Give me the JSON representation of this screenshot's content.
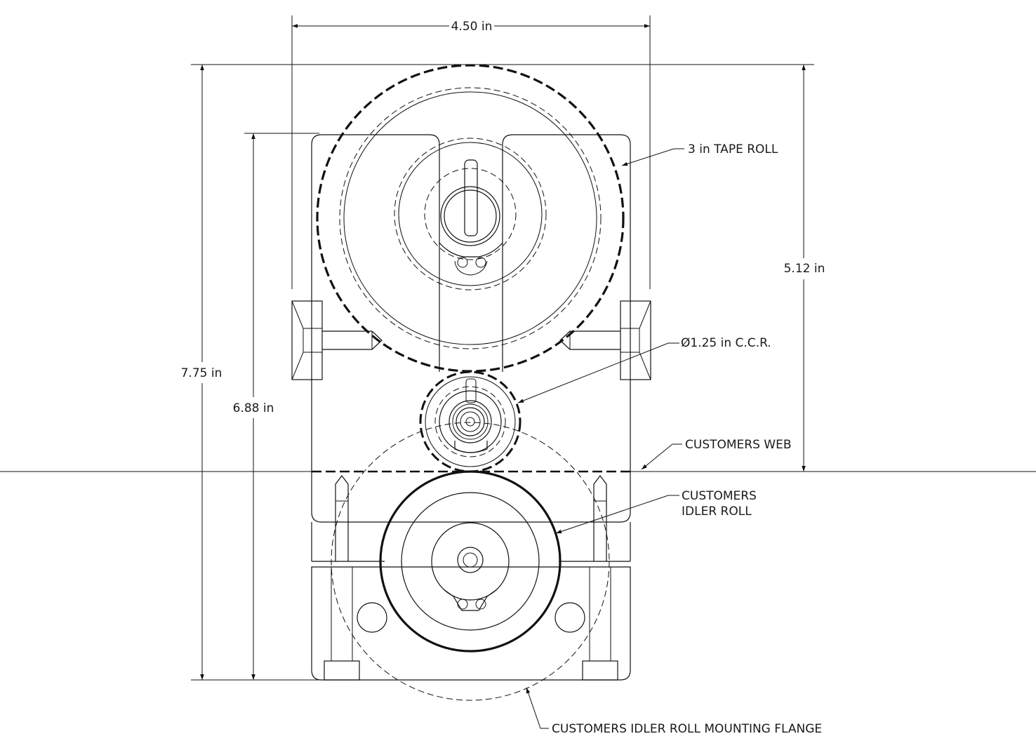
{
  "dimensions": {
    "width": "4.50 in",
    "overall_height": "7.75 in",
    "body_height": "6.88 in",
    "web_height": "5.12 in"
  },
  "callouts": {
    "tape_roll": "3 in TAPE ROLL",
    "ccr": "Ø1.25 in C.C.R.",
    "web": "CUSTOMERS WEB",
    "idler_line1": "CUSTOMERS",
    "idler_line2": "IDLER ROLL",
    "flange": "CUSTOMERS IDLER ROLL MOUNTING FLANGE"
  },
  "colors": {
    "line": "#111111",
    "background": "#ffffff"
  }
}
